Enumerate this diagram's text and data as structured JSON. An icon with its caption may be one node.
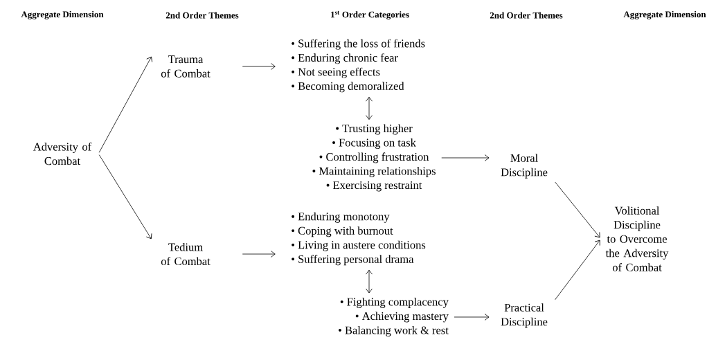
{
  "diagram": {
    "nodes": [
      {
        "text": [
          "Adversity of Combat"
        ]
      },
      {
        "text": [
          "Trauma of Combat"
        ]
      },
      {
        "text": [
          "Tedium of Combat"
        ]
      },
      {
        "text": [
          "• Suffering the loss of friends",
          "• Enduring chronic fear",
          "• Not seeing effects",
          "• Becoming demoralized"
        ]
      },
      {
        "text": [
          "• Trusting higher",
          "• Focusing on task",
          "• Controlling frustration",
          "• Maintaining relationships",
          "• Exercising restraint"
        ]
      },
      {
        "text": [
          "• Enduring monotony",
          "• Coping with burnout",
          "• Living in austere conditions",
          "• Suffering personal drama"
        ]
      },
      {
        "text": [
          "• Fighting complacency",
          "• Achieving mastery",
          "• Balancing work & rest"
        ]
      },
      {
        "text": [
          "Moral Discipline"
        ]
      },
      {
        "text": [
          "Practical Discipline"
        ]
      },
      {
        "text": [
          "Volitional Discipline to Overcome the Adversity of Combat"
        ]
      }
    ],
    "edges": [
      {
        "from": 0,
        "to": 1,
        "arrow": "to"
      },
      {
        "from": 0,
        "to": 2,
        "arrow": "to"
      },
      {
        "from": 1,
        "to": 3,
        "arrow": "to"
      },
      {
        "from": 2,
        "to": 5,
        "arrow": "to"
      },
      {
        "from": 3,
        "to": 4,
        "arrow": "both"
      },
      {
        "from": 5,
        "to": 6,
        "arrow": "both"
      },
      {
        "from": 4,
        "to": 7,
        "arrow": "to"
      },
      {
        "from": 6,
        "to": 8,
        "arrow": "to"
      },
      {
        "from": 7,
        "to": 9,
        "arrow": "to"
      },
      {
        "from": 8,
        "to": 9,
        "arrow": "to"
      }
    ],
    "labels": [
      "Aggregate Dimension",
      "2nd Order Themes",
      "1$^{st}$ Order Categories",
      "2nd Order Themes",
      "Aggregate Dimension"
    ]
  }
}
